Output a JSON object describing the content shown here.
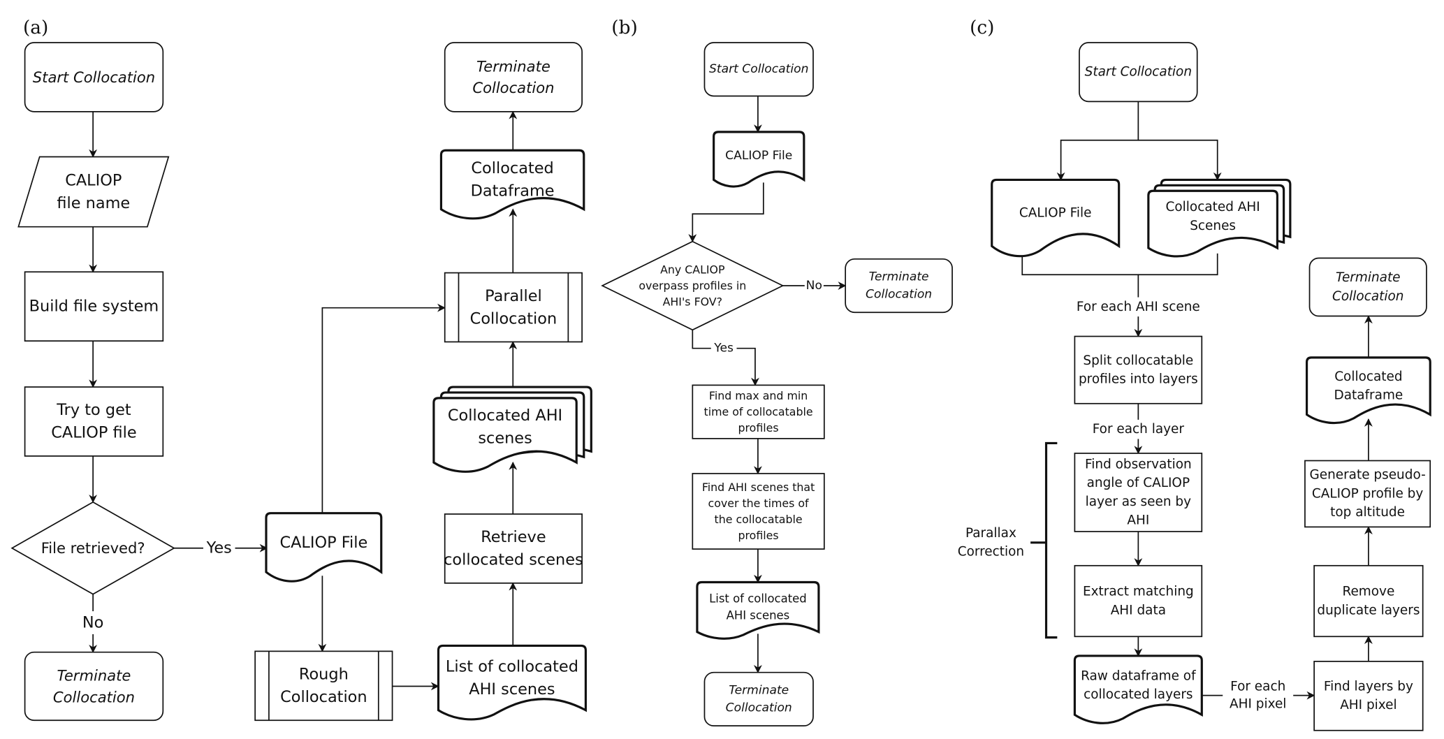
{
  "figure": {
    "panels": [
      {
        "id": "a",
        "label": "(a)",
        "nodes": [
          {
            "id": "a-start",
            "type": "terminal",
            "lines": [
              "Start Collocation"
            ],
            "italic": true
          },
          {
            "id": "a-input",
            "type": "io",
            "lines": [
              "CALIOP",
              "file name"
            ]
          },
          {
            "id": "a-build",
            "type": "process",
            "lines": [
              "Build file system"
            ]
          },
          {
            "id": "a-try",
            "type": "process",
            "lines": [
              "Try to get",
              "CALIOP file"
            ]
          },
          {
            "id": "a-decision",
            "type": "decision",
            "lines": [
              "File retrieved?"
            ]
          },
          {
            "id": "a-term-no",
            "type": "terminal",
            "lines": [
              "Terminate",
              "Collocation"
            ],
            "italic": true
          },
          {
            "id": "a-caliop-file",
            "type": "document",
            "lines": [
              "CALIOP File"
            ]
          },
          {
            "id": "a-rough",
            "type": "predefined",
            "lines": [
              "Rough",
              "Collocation"
            ]
          },
          {
            "id": "a-list",
            "type": "document",
            "lines": [
              "List of collocated",
              "AHI scenes"
            ]
          },
          {
            "id": "a-retrieve",
            "type": "process",
            "lines": [
              "Retrieve",
              "collocated scenes"
            ]
          },
          {
            "id": "a-scenes",
            "type": "multidocument",
            "lines": [
              "Collocated AHI",
              "scenes"
            ]
          },
          {
            "id": "a-parallel",
            "type": "predefined",
            "lines": [
              "Parallel",
              "Collocation"
            ]
          },
          {
            "id": "a-dataframe",
            "type": "document",
            "lines": [
              "Collocated",
              "Dataframe"
            ]
          },
          {
            "id": "a-term-end",
            "type": "terminal",
            "lines": [
              "Terminate",
              "Collocation"
            ],
            "italic": true
          }
        ],
        "edges": [
          {
            "from": "a-start",
            "to": "a-input",
            "label": ""
          },
          {
            "from": "a-input",
            "to": "a-build",
            "label": ""
          },
          {
            "from": "a-build",
            "to": "a-try",
            "label": ""
          },
          {
            "from": "a-try",
            "to": "a-decision",
            "label": ""
          },
          {
            "from": "a-decision",
            "to": "a-caliop-file",
            "label": "Yes"
          },
          {
            "from": "a-decision",
            "to": "a-term-no",
            "label": "No"
          },
          {
            "from": "a-caliop-file",
            "to": "a-parallel",
            "label": ""
          },
          {
            "from": "a-caliop-file",
            "to": "a-rough",
            "label": ""
          },
          {
            "from": "a-rough",
            "to": "a-list",
            "label": ""
          },
          {
            "from": "a-list",
            "to": "a-retrieve",
            "label": ""
          },
          {
            "from": "a-retrieve",
            "to": "a-scenes",
            "label": ""
          },
          {
            "from": "a-scenes",
            "to": "a-parallel",
            "label": ""
          },
          {
            "from": "a-parallel",
            "to": "a-dataframe",
            "label": ""
          },
          {
            "from": "a-dataframe",
            "to": "a-term-end",
            "label": ""
          }
        ]
      },
      {
        "id": "b",
        "label": "(b)",
        "nodes": [
          {
            "id": "b-start",
            "type": "terminal",
            "lines": [
              "Start Collocation"
            ],
            "italic": true
          },
          {
            "id": "b-caliop-file",
            "type": "document",
            "lines": [
              "CALIOP File"
            ]
          },
          {
            "id": "b-decision",
            "type": "decision",
            "lines": [
              "Any CALIOP",
              "overpass profiles in",
              "AHI's FOV?"
            ]
          },
          {
            "id": "b-term-no",
            "type": "terminal",
            "lines": [
              "Terminate",
              "Collocation"
            ],
            "italic": true
          },
          {
            "id": "b-find-time",
            "type": "process",
            "lines": [
              "Find max and min",
              "time of collocatable",
              "profiles"
            ]
          },
          {
            "id": "b-find-scenes",
            "type": "process",
            "lines": [
              "Find AHI scenes that",
              "cover the times of",
              "the collocatable",
              "profiles"
            ]
          },
          {
            "id": "b-list",
            "type": "document",
            "lines": [
              "List of collocated",
              "AHI scenes"
            ]
          },
          {
            "id": "b-term-end",
            "type": "terminal",
            "lines": [
              "Terminate",
              "Collocation"
            ],
            "italic": true
          }
        ],
        "edges": [
          {
            "from": "b-start",
            "to": "b-caliop-file",
            "label": ""
          },
          {
            "from": "b-caliop-file",
            "to": "b-decision",
            "label": ""
          },
          {
            "from": "b-decision",
            "to": "b-term-no",
            "label": "No"
          },
          {
            "from": "b-decision",
            "to": "b-find-time",
            "label": "Yes"
          },
          {
            "from": "b-find-time",
            "to": "b-find-scenes",
            "label": ""
          },
          {
            "from": "b-find-scenes",
            "to": "b-list",
            "label": ""
          },
          {
            "from": "b-list",
            "to": "b-term-end",
            "label": ""
          }
        ]
      },
      {
        "id": "c",
        "label": "(c)",
        "nodes": [
          {
            "id": "c-start",
            "type": "terminal",
            "lines": [
              "Start Collocation"
            ],
            "italic": true
          },
          {
            "id": "c-caliop-file",
            "type": "document",
            "lines": [
              "CALIOP File"
            ]
          },
          {
            "id": "c-scenes",
            "type": "multidocument",
            "lines": [
              "Collocated AHI",
              "Scenes"
            ]
          },
          {
            "id": "c-split",
            "type": "process",
            "lines": [
              "Split collocatable",
              "profiles into layers"
            ]
          },
          {
            "id": "c-observation",
            "type": "process",
            "lines": [
              "Find observation",
              "angle of CALIOP",
              "layer as seen by",
              "AHI"
            ]
          },
          {
            "id": "c-extract",
            "type": "process",
            "lines": [
              "Extract matching",
              "AHI data"
            ]
          },
          {
            "id": "c-raw",
            "type": "document",
            "lines": [
              "Raw dataframe of",
              "collocated layers"
            ]
          },
          {
            "id": "c-find-layers",
            "type": "process",
            "lines": [
              "Find layers by",
              "AHI pixel"
            ]
          },
          {
            "id": "c-remove",
            "type": "process",
            "lines": [
              "Remove",
              "duplicate layers"
            ]
          },
          {
            "id": "c-generate",
            "type": "process",
            "lines": [
              "Generate pseudo-",
              "CALIOP profile by",
              "top altitude"
            ]
          },
          {
            "id": "c-dataframe",
            "type": "document",
            "lines": [
              "Collocated",
              "Dataframe"
            ]
          },
          {
            "id": "c-term-end",
            "type": "terminal",
            "lines": [
              "Terminate",
              "Collocation"
            ],
            "italic": true
          }
        ],
        "edges": [
          {
            "from": "c-start",
            "to": "c-caliop-file",
            "label": ""
          },
          {
            "from": "c-start",
            "to": "c-scenes",
            "label": ""
          },
          {
            "from": "c-caliop-file",
            "to": "c-split",
            "label": "For each AHI scene"
          },
          {
            "from": "c-scenes",
            "to": "c-split",
            "label": "For each AHI scene"
          },
          {
            "from": "c-split",
            "to": "c-observation",
            "label": "For each layer"
          },
          {
            "from": "c-observation",
            "to": "c-extract",
            "label": ""
          },
          {
            "from": "c-extract",
            "to": "c-raw",
            "label": ""
          },
          {
            "from": "c-raw",
            "to": "c-find-layers",
            "label": "For each AHI pixel"
          },
          {
            "from": "c-find-layers",
            "to": "c-remove",
            "label": ""
          },
          {
            "from": "c-remove",
            "to": "c-generate",
            "label": ""
          },
          {
            "from": "c-generate",
            "to": "c-dataframe",
            "label": ""
          },
          {
            "from": "c-dataframe",
            "to": "c-term-end",
            "label": ""
          }
        ],
        "annotations": [
          {
            "id": "c-parallax",
            "lines": [
              "Parallax",
              "Correction"
            ],
            "spans": [
              "c-observation",
              "c-extract"
            ]
          }
        ]
      }
    ]
  }
}
